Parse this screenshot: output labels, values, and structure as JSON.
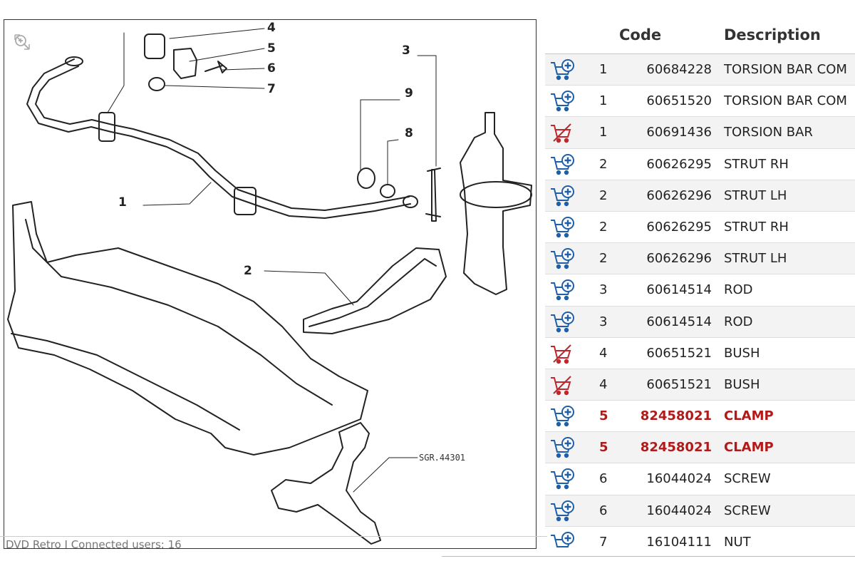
{
  "diagram": {
    "callouts": [
      "1",
      "2",
      "3",
      "4",
      "5",
      "6",
      "7",
      "8",
      "9"
    ],
    "reference": "SGR.44301",
    "tools": {
      "fit_icon": "fit-to-window-icon",
      "zoom_in_icon": "zoom-in-icon",
      "zoom_out_icon": "zoom-out-icon"
    }
  },
  "status_bar": {
    "text": "DVD Retro I    Connected users: 16"
  },
  "table": {
    "headers": {
      "code": "Code",
      "description": "Description"
    },
    "rows": [
      {
        "pos": "1",
        "code": "60684228",
        "desc": "TORSION BAR COM",
        "cart": "add-to-cart",
        "highlight": false
      },
      {
        "pos": "1",
        "code": "60651520",
        "desc": "TORSION BAR COM",
        "cart": "add-to-cart",
        "highlight": false
      },
      {
        "pos": "1",
        "code": "60691436",
        "desc": "TORSION BAR",
        "cart": "unavailable",
        "highlight": false
      },
      {
        "pos": "2",
        "code": "60626295",
        "desc": "STRUT RH",
        "cart": "add-to-cart",
        "highlight": false
      },
      {
        "pos": "2",
        "code": "60626296",
        "desc": "STRUT LH",
        "cart": "add-to-cart",
        "highlight": false
      },
      {
        "pos": "2",
        "code": "60626295",
        "desc": "STRUT RH",
        "cart": "add-to-cart",
        "highlight": false
      },
      {
        "pos": "2",
        "code": "60626296",
        "desc": "STRUT LH",
        "cart": "add-to-cart",
        "highlight": false
      },
      {
        "pos": "3",
        "code": "60614514",
        "desc": "ROD",
        "cart": "add-to-cart",
        "highlight": false
      },
      {
        "pos": "3",
        "code": "60614514",
        "desc": "ROD",
        "cart": "add-to-cart",
        "highlight": false
      },
      {
        "pos": "4",
        "code": "60651521",
        "desc": "BUSH",
        "cart": "unavailable",
        "highlight": false
      },
      {
        "pos": "4",
        "code": "60651521",
        "desc": "BUSH",
        "cart": "unavailable",
        "highlight": false
      },
      {
        "pos": "5",
        "code": "82458021",
        "desc": "CLAMP",
        "cart": "add-to-cart",
        "highlight": true
      },
      {
        "pos": "5",
        "code": "82458021",
        "desc": "CLAMP",
        "cart": "add-to-cart",
        "highlight": true
      },
      {
        "pos": "6",
        "code": "16044024",
        "desc": "SCREW",
        "cart": "add-to-cart",
        "highlight": false
      },
      {
        "pos": "6",
        "code": "16044024",
        "desc": "SCREW",
        "cart": "add-to-cart",
        "highlight": false
      },
      {
        "pos": "7",
        "code": "16104111",
        "desc": "NUT",
        "cart": "add-to-cart",
        "highlight": false
      }
    ]
  },
  "colors": {
    "cart_blue": "#1f5fa8",
    "cart_red": "#c0262b",
    "highlight_text": "#b21a1a"
  }
}
